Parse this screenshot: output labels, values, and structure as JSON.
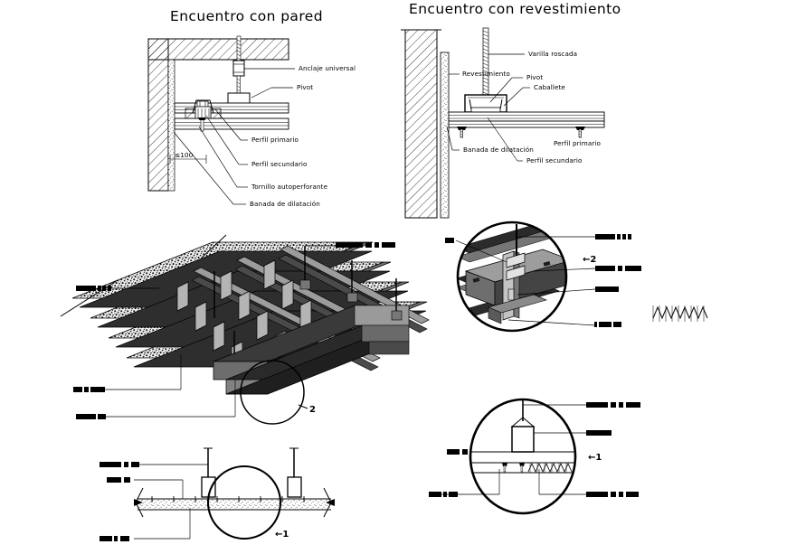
{
  "document": {
    "kind": "cad-technical-drawing",
    "discipline": "suspended-ceiling-grid-details",
    "language": "es",
    "background_color": "#ffffff",
    "line_color": "#000000"
  },
  "titles": {
    "left_panel": "Encuentro con pared",
    "right_panel": "Encuentro con revestimiento"
  },
  "panel_wall": {
    "name": "Encuentro con pared",
    "dimension": "≤100",
    "labels": [
      "Anclaje universal",
      "Pivot",
      "Perfil primario",
      "Perfil secundario",
      "Tornillo autoperforante",
      "Banada de dilatación"
    ]
  },
  "panel_cladding": {
    "name": "Encuentro con revestimiento",
    "labels": [
      "Varilla roscada",
      "Revestimiento",
      "Pivot",
      "Caballete",
      "Perfil primario",
      "Banada de dilatación",
      "Perfil secundario"
    ]
  },
  "isometric": {
    "name": "vista-isometrica-entramado",
    "detail_marker": "2",
    "redacted_labels": [
      {
        "id": "iso-label-top-right",
        "segments": [
          30,
          7,
          5,
          15
        ]
      },
      {
        "id": "iso-label-left",
        "segments": [
          22,
          4,
          4,
          4
        ]
      },
      {
        "id": "iso-label-lower-left-a",
        "segments": [
          10,
          5,
          16
        ]
      },
      {
        "id": "iso-label-lower-left-b",
        "segments": [
          22,
          9
        ]
      }
    ]
  },
  "detail_two": {
    "name": "detalle-2-union-perfiles",
    "marker": "←2",
    "redacted_labels": [
      {
        "id": "d2-label-1",
        "segments": [
          22,
          4,
          4,
          4
        ]
      },
      {
        "id": "d2-label-left",
        "segments": [
          10
        ]
      },
      {
        "id": "d2-label-2",
        "segments": [
          22,
          5,
          18
        ]
      },
      {
        "id": "d2-label-3",
        "segments": [
          26
        ]
      },
      {
        "id": "d2-label-4",
        "segments": [
          3,
          14,
          9
        ]
      }
    ]
  },
  "detail_one": {
    "name": "detalle-1-cuelgue",
    "marker": "←1",
    "redacted_labels": [
      {
        "id": "d1-label-top",
        "segments": [
          24,
          6,
          5,
          16
        ]
      },
      {
        "id": "d1-label-right",
        "segments": [
          28
        ]
      },
      {
        "id": "d1-label-left",
        "segments": [
          14,
          6
        ]
      },
      {
        "id": "d1-label-bottom-left",
        "segments": [
          14,
          4,
          10
        ]
      },
      {
        "id": "d1-label-bottom-right",
        "segments": [
          24,
          6,
          5,
          14
        ]
      }
    ]
  },
  "section_bottom": {
    "name": "seccion-techo-inferior",
    "marker": "←1",
    "redacted_labels": [
      {
        "id": "sec-label-a",
        "segments": [
          24,
          5,
          9
        ]
      },
      {
        "id": "sec-label-b",
        "segments": [
          16,
          7
        ]
      },
      {
        "id": "sec-label-c",
        "segments": [
          14,
          4,
          10
        ]
      }
    ]
  },
  "spring_element": {
    "name": "banda-dilatacion-muestra"
  },
  "colors": {
    "ink": "#000000",
    "paper": "#ffffff",
    "metal_light": "#b9b9b9",
    "metal_mid": "#8d8d8d",
    "metal_dark": "#3a3a3a"
  }
}
